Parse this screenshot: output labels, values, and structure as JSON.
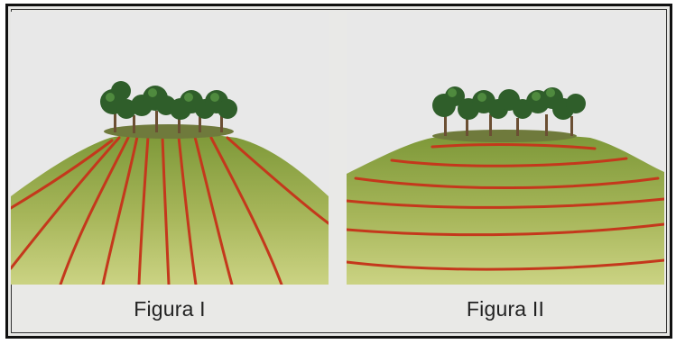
{
  "figures": [
    {
      "caption": "Figura I",
      "furrows": "downslope"
    },
    {
      "caption": "Figura II",
      "furrows": "contour"
    }
  ],
  "colors": {
    "sky": "#e8e8e8",
    "hill_top": "#7f9a3a",
    "hill_bottom": "#c9d27e",
    "furrow": "#c4381c",
    "tree_canopy": "#2f5e2a",
    "trunk": "#6b4f33"
  }
}
